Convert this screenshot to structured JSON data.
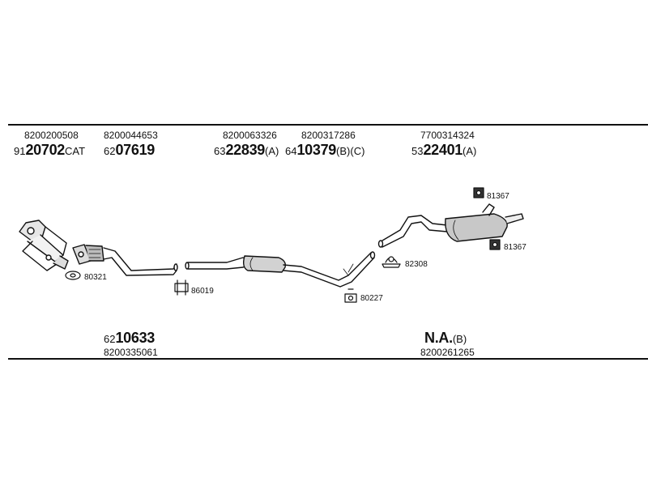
{
  "top_parts": [
    {
      "oem": "8200200508",
      "prefix": "91",
      "code": "20702",
      "suffix": "CAT"
    },
    {
      "oem": "8200044653",
      "prefix": "62",
      "code": "07619",
      "suffix": ""
    },
    {
      "oem": "8200063326",
      "prefix": "63",
      "code": "22839",
      "suffix": "(A)"
    },
    {
      "oem": "8200317286",
      "prefix": "64",
      "code": "10379",
      "suffix": "(B)(C)"
    },
    {
      "oem": "7700314324",
      "prefix": "53",
      "code": "22401",
      "suffix": "(A)"
    }
  ],
  "bottom_parts": [
    {
      "prefix": "62",
      "code": "10633",
      "suffix": "",
      "oem": "8200335061"
    },
    {
      "prefix": "",
      "code": "N.A.",
      "suffix": "(B)",
      "oem": "8200261265"
    }
  ],
  "small_parts": [
    {
      "label": "80321"
    },
    {
      "label": "86019"
    },
    {
      "label": "80227"
    },
    {
      "label": "82308"
    },
    {
      "label": "81367"
    },
    {
      "label": "81367"
    }
  ]
}
